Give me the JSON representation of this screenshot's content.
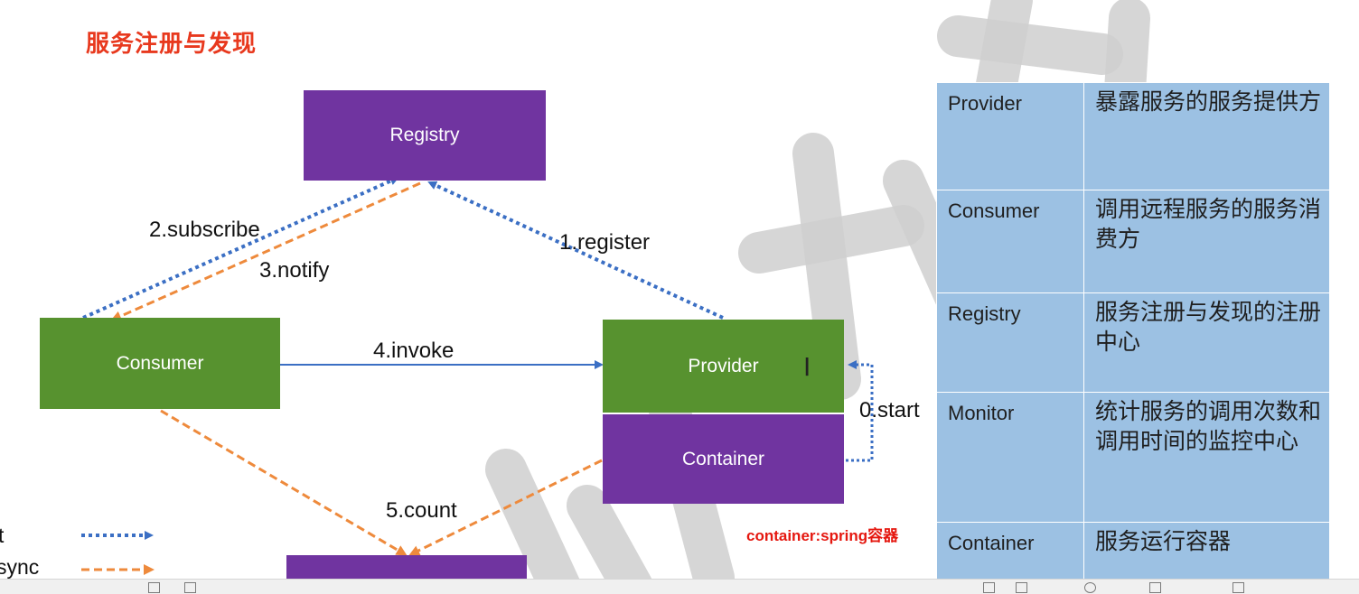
{
  "title": "服务注册与发现",
  "nodes": {
    "registry": "Registry",
    "consumer": "Consumer",
    "provider": "Provider",
    "container": "Container"
  },
  "edges": {
    "register": "1.register",
    "subscribe": "2.subscribe",
    "notify": "3.notify",
    "invoke": "4.invoke",
    "start": "0.start",
    "count": "5.count"
  },
  "note": "container:spring容器",
  "legend": {
    "init_fragment": "t",
    "async_fragment": "sync"
  },
  "table": {
    "rows": [
      {
        "term": "Provider",
        "desc": "暴露服务的服务提供方"
      },
      {
        "term": "Consumer",
        "desc": "调用远程服务的服务消费方"
      },
      {
        "term": "Registry",
        "desc": "服务注册与发现的注册中心"
      },
      {
        "term": "Monitor",
        "desc": "统计服务的调用次数和调用时间的监控中心"
      },
      {
        "term": "Container",
        "desc": "服务运行容器"
      }
    ]
  },
  "colors": {
    "purple": "#7034a0",
    "green": "#57922f",
    "blue_dotted": "#3b6fc4",
    "orange_dashed": "#ee8a3c",
    "table_bg": "#9cc1e3",
    "title_red": "#e8391e"
  }
}
